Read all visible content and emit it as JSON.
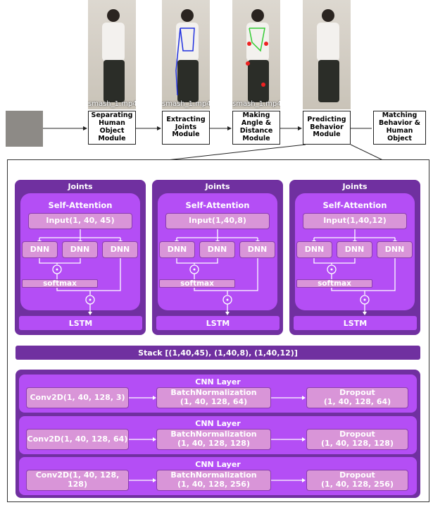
{
  "pipeline": {
    "photo_caption": "smash_1.mp4",
    "modules": [
      "Separating Human Object Module",
      "Extracting Joints Module",
      "Making Angle & Distance Module",
      "Predicting Behavior Module",
      "Matching Behavior & Human Object"
    ]
  },
  "joints_panels": [
    {
      "title": "Joints",
      "attention": "Self-Attention",
      "input": "Input(1, 40, 45)",
      "dnn": [
        "DNN",
        "DNN",
        "DNN"
      ],
      "softmax": "softmax",
      "lstm": "LSTM"
    },
    {
      "title": "Joints",
      "attention": "Self-Attention",
      "input": "Input(1,40,8)",
      "dnn": [
        "DNN",
        "DNN",
        "DNN"
      ],
      "softmax": "softmax",
      "lstm": "LSTM"
    },
    {
      "title": "Joints",
      "attention": "Self-Attention",
      "input": "Input(1,40,12)",
      "dnn": [
        "DNN",
        "DNN",
        "DNN"
      ],
      "softmax": "softmax",
      "lstm": "LSTM"
    }
  ],
  "stack": "Stack [(1,40,45), (1,40,8), (1,40,12)]",
  "cnn_layers": [
    {
      "title": "CNN Layer",
      "conv": "Conv2D(1, 40, 128, 3)",
      "bn": "BatchNormalization\n(1, 40, 128, 64)",
      "dropout": "Dropout\n(1, 40, 128, 64)"
    },
    {
      "title": "CNN Layer",
      "conv": "Conv2D(1, 40, 128, 64)",
      "bn": "BatchNormalization\n(1, 40, 128, 128)",
      "dropout": "Dropout\n(1, 40, 128, 128)"
    },
    {
      "title": "CNN Layer",
      "conv": "Conv2D(1, 40, 128,\n128)",
      "bn": "BatchNormalization\n(1, 40, 128, 256)",
      "dropout": "Dropout\n(1, 40, 128, 256)"
    }
  ],
  "colors": {
    "dark": "#7030a0",
    "bright": "#b44ef5",
    "box": "#d995d8"
  }
}
